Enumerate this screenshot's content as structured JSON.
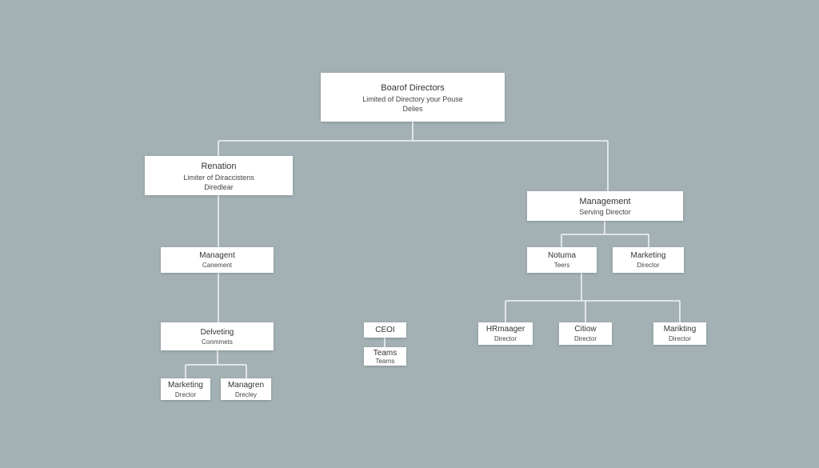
{
  "nodes": {
    "board": {
      "title": "Boarof Directors",
      "line1": "Limited of Directory your Pouse",
      "line2": "Delies"
    },
    "renation": {
      "title": "Renation",
      "line1": "Limiter of Diraccistens",
      "line2": "Diredlear"
    },
    "management_left": {
      "title": "Managent",
      "line1": "Canement"
    },
    "delveting": {
      "title": "Delveting",
      "line1": "Conmmets"
    },
    "marketing_left": {
      "title": "Marketing",
      "line1": "Drector"
    },
    "managren": {
      "title": "Managren",
      "line1": "Drecley"
    },
    "ceoi": {
      "title": "CEOI"
    },
    "teams": {
      "title": "Teams",
      "line1": "Tearns"
    },
    "management_right": {
      "title": "Management",
      "line1": "Serving Director"
    },
    "notuma": {
      "title": "Notuma",
      "line1": "Teers"
    },
    "marketing_right": {
      "title": "Marketing",
      "line1": "Director"
    },
    "hrmaager": {
      "title": "HRmaager",
      "line1": "Director"
    },
    "citiow": {
      "title": "Citiow",
      "line1": "Director"
    },
    "marikting": {
      "title": "Marikting",
      "line1": "Director"
    }
  },
  "colors": {
    "background": "#a3b1b4",
    "connector": "#ffffff",
    "box": "#ffffff"
  }
}
